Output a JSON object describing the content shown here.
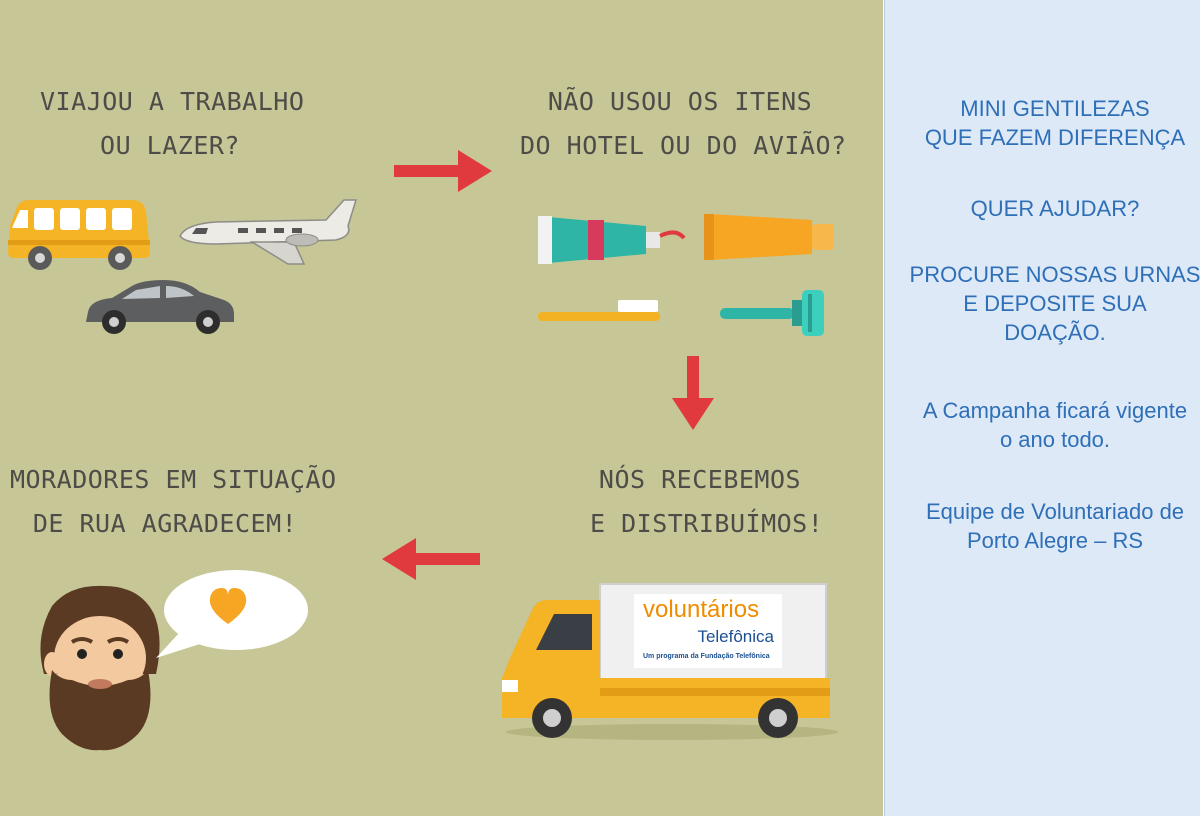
{
  "steps": {
    "travel": {
      "line1": "VIAJOU A TRABALHO",
      "line2": "OU LAZER?"
    },
    "unused": {
      "line1": "NÃO USOU OS ITENS",
      "line2": "DO HOTEL OU DO AVIÃO?"
    },
    "receive": {
      "line1": "NÓS RECEBEMOS",
      "line2": "E DISTRIBUÍMOS!"
    },
    "thanks": {
      "line1": "MORADORES EM SITUAÇÃO",
      "line2": "DE RUA AGRADECEM!"
    }
  },
  "logo": {
    "line1": "voluntários",
    "line2": "Telefônica",
    "line3": "Um programa da Fundação Telefônica"
  },
  "side": {
    "title1": "MINI GENTILEZAS",
    "title2": "QUE FAZEM DIFERENÇA",
    "question": "QUER AJUDAR?",
    "instr1": "PROCURE NOSSAS URNAS",
    "instr2": "E DEPOSITE SUA",
    "instr3": "DOAÇÃO.",
    "campaign1": "A Campanha ficará vigente",
    "campaign2": "o ano todo.",
    "team1": "Equipe de Voluntariado de",
    "team2": "Porto Alegre – RS"
  },
  "colors": {
    "background": "#c6c696",
    "arrow": "#e0393e",
    "vehicle_yellow": "#f4b425",
    "side_panel": "#dde9f6",
    "side_text": "#2e6fb8",
    "logo_orange": "#f08c00",
    "logo_blue": "#1b4f91"
  }
}
